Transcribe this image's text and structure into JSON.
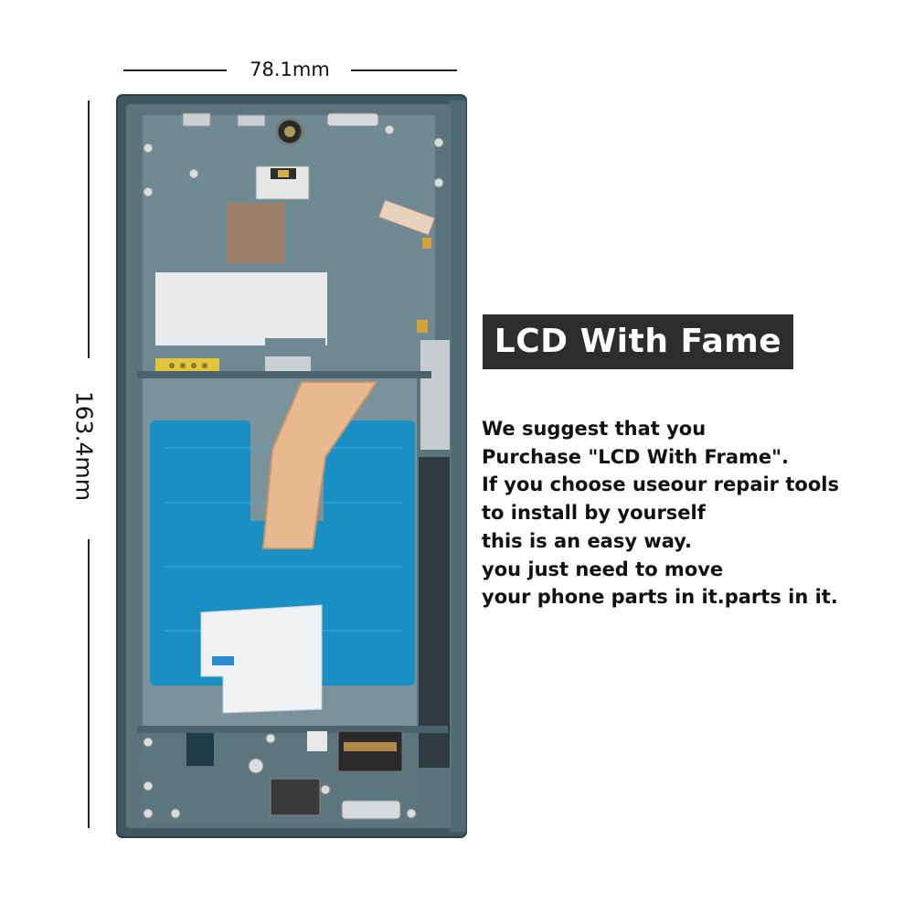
{
  "dimensions": {
    "width_label": "78.1mm",
    "height_label": "163.4mm"
  },
  "title": "LCD With Fame",
  "description_lines": [
    "We suggest that you",
    "Purchase \"LCD With Frame\".",
    "If you choose useour repair tools",
    "to install by yourself",
    "this is an easy way.",
    "you just need to move",
    "your phone parts in it.parts in it."
  ],
  "colors": {
    "frame": "#3f5a63",
    "frame_inner": "#5f7880",
    "panel": "#6d8890",
    "blue_film": "#1a94c8",
    "flex_cable": "#e8b890",
    "badge_bg": "#2d2d2d",
    "badge_text": "#ffffff"
  }
}
